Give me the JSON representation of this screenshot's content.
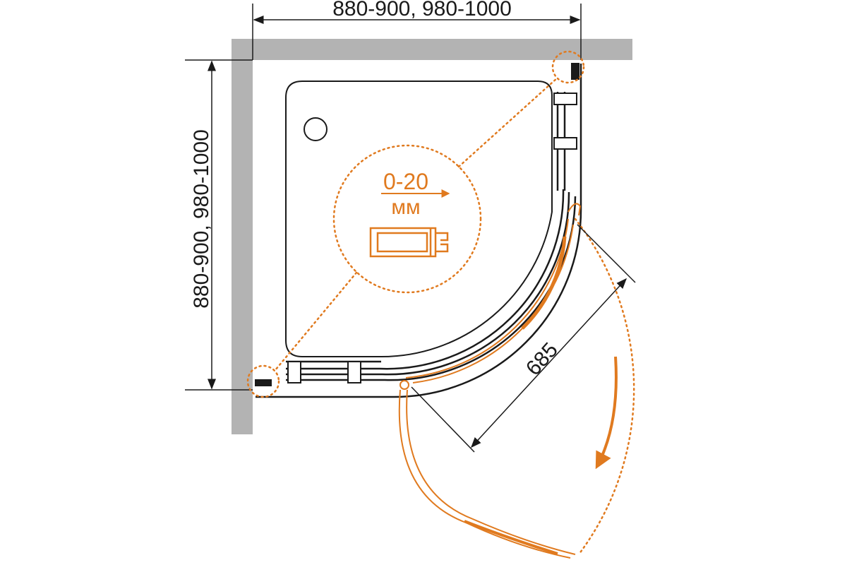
{
  "colors": {
    "wall": "#b3b3b3",
    "line": "#1a1a1a",
    "accent": "#e07a1f",
    "background": "#ffffff"
  },
  "dimensions": {
    "width_label": "880-900, 980-1000",
    "depth_label": "880-900, 980-1000",
    "door_opening_label": "685"
  },
  "callout": {
    "adjustment_range": "0-20",
    "unit": "мм"
  },
  "icons": {
    "drain": "drain-icon",
    "adjustment_profile": "wall-profile-icon",
    "swing_direction": "arrow-down-icon"
  }
}
